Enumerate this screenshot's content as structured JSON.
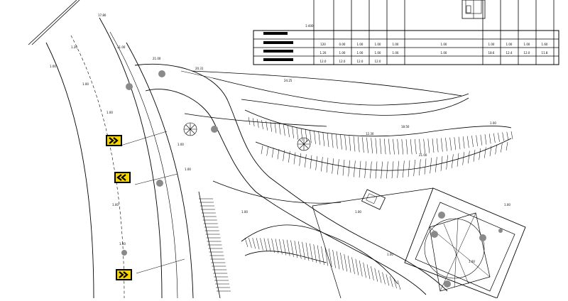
{
  "drawing": {
    "profile_table": {
      "header_label": "1:400",
      "cells": [
        "120",
        "0.00",
        "1.00",
        "1.00",
        "1.00",
        "1.00",
        "1.00",
        "1.00",
        "1.00",
        "1.60",
        "1.20",
        "1.00",
        "1.00",
        "1.00",
        "1.00",
        "1.00",
        "18.6",
        "12.4",
        "12.0",
        "11.8",
        "12.0",
        "12.0",
        "12.0",
        "12.0"
      ]
    },
    "road_labels": [
      "17.80",
      "1.20",
      "11.00",
      "1.00",
      "1.00",
      "1.00",
      "1.00",
      "1.00",
      "21.00",
      "20.31",
      "24.25",
      "12.30",
      "18.50",
      "21.00",
      "1.00",
      "1.00",
      "1.00",
      "1.00",
      "1.00",
      "1.00",
      "1.00",
      "1.00"
    ],
    "chevron_signs": [
      {
        "direction": "right",
        "color": "#f5d400"
      },
      {
        "direction": "left",
        "color": "#f5d400"
      },
      {
        "direction": "right",
        "color": "#f5d400"
      }
    ]
  }
}
